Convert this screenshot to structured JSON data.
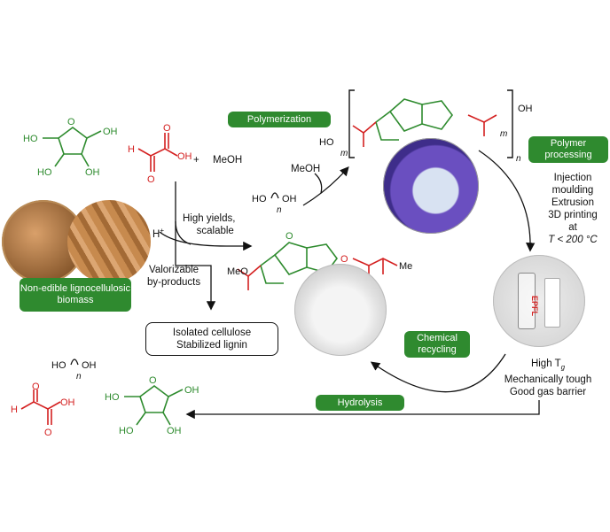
{
  "labels": {
    "polymerization": "Polymerization",
    "polymer_processing": "Polymer processing",
    "non_edible": "Non-edible lignocellulosic biomass",
    "chemical_recycling": "Chemical recycling",
    "hydrolysis": "Hydrolysis",
    "high_yields": "High yields,",
    "scalable": "scalable",
    "valorizable": "Valorizable",
    "by_products": "by-products",
    "isolated_cellulose": "Isolated cellulose",
    "stabilized_lignin": "Stabilized lignin",
    "h_plus": "H",
    "plus_sign": "+",
    "meoh": "MeOH",
    "meoh_release": "MeOH",
    "injection": "Injection",
    "moulding": "moulding",
    "extrusion": "Extrusion",
    "printing": "3D printing",
    "at": "at",
    "temp": "T < 200 °C",
    "high_tg": "High T",
    "tg_sub": "g",
    "mech_tough": "Mechanically tough",
    "gas_barrier": "Good gas barrier",
    "epfl": "EPFL"
  },
  "chemistry": {
    "oh": "OH",
    "ho": "HO",
    "h": "H",
    "o": "O",
    "me": "Me",
    "meo": "MeO",
    "n": "n",
    "m": "m"
  },
  "colors": {
    "green_pill": "#2f8a2f",
    "xylose_green": "#2e8b2e",
    "glyoxylate_red": "#d42020",
    "glove_purple": "#6a4fc0"
  },
  "icons": [
    "biomass-photo",
    "polymer-film-photo",
    "powder-photo",
    "vial-photo"
  ]
}
